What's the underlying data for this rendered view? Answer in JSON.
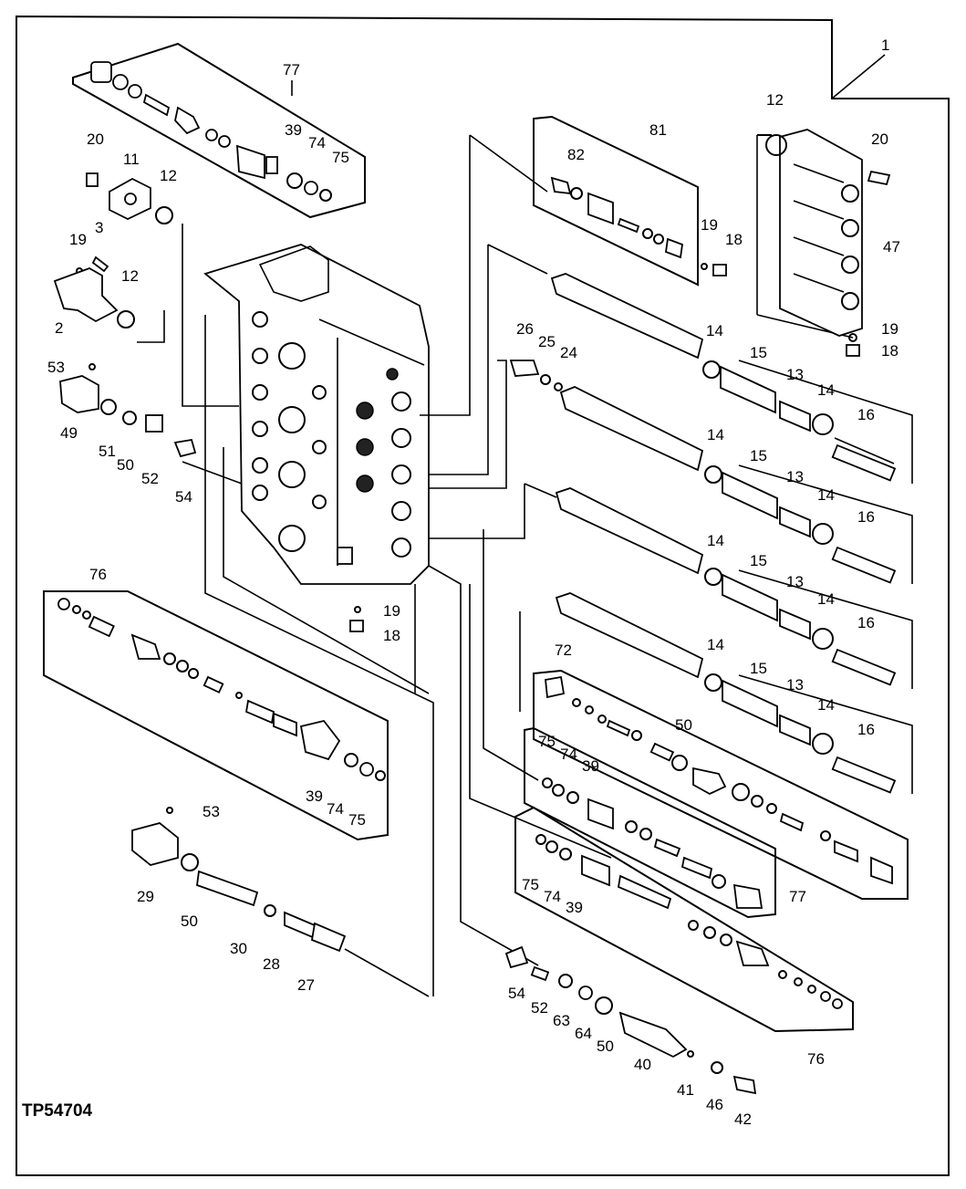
{
  "figure_id": "TP54704",
  "callouts": {
    "c1": "1",
    "c2": "2",
    "c3": "3",
    "c11": "11",
    "c12a": "12",
    "c12b": "12",
    "c12c": "12",
    "c13a": "13",
    "c13b": "13",
    "c13c": "13",
    "c13d": "13",
    "c14a": "14",
    "c14b": "14",
    "c14c": "14",
    "c14d": "14",
    "c14e": "14",
    "c14f": "14",
    "c14g": "14",
    "c14h": "14",
    "c15a": "15",
    "c15b": "15",
    "c15c": "15",
    "c15d": "15",
    "c16a": "16",
    "c16b": "16",
    "c16c": "16",
    "c16d": "16",
    "c18a": "18",
    "c18b": "18",
    "c18c": "18",
    "c19a": "19",
    "c19b": "19",
    "c19c": "19",
    "c19d": "19",
    "c20a": "20",
    "c20b": "20",
    "c24": "24",
    "c25": "25",
    "c26": "26",
    "c27": "27",
    "c28": "28",
    "c29": "29",
    "c30": "30",
    "c39a": "39",
    "c39b": "39",
    "c39c": "39",
    "c39d": "39",
    "c40": "40",
    "c41": "41",
    "c42": "42",
    "c46": "46",
    "c47": "47",
    "c49": "49",
    "c50a": "50",
    "c50b": "50",
    "c50c": "50",
    "c50d": "50",
    "c51": "51",
    "c52a": "52",
    "c52b": "52",
    "c53a": "53",
    "c53b": "53",
    "c54a": "54",
    "c54b": "54",
    "c63": "63",
    "c64": "64",
    "c72": "72",
    "c74a": "74",
    "c74b": "74",
    "c74c": "74",
    "c74d": "74",
    "c75a": "75",
    "c75b": "75",
    "c75c": "75",
    "c75d": "75",
    "c76a": "76",
    "c76b": "76",
    "c77a": "77",
    "c77b": "77",
    "c81": "81",
    "c82": "82"
  }
}
